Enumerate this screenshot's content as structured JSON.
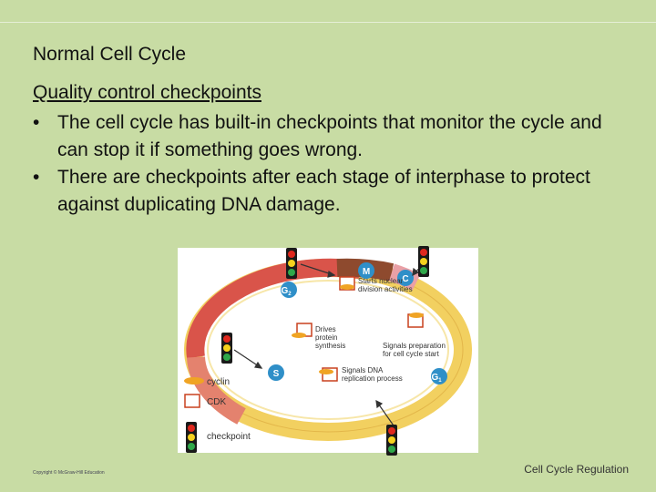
{
  "slide": {
    "title": "Normal Cell Cycle",
    "heading": "Quality control checkpoints",
    "bullets": [
      "The cell cycle has built-in checkpoints that monitor the cycle and can stop it if something goes wrong.",
      "There are checkpoints after each stage of interphase to protect against duplicating DNA damage."
    ],
    "bullet_symbol": "•",
    "footer": "Cell Cycle Regulation",
    "copyright": "Copyright © McGraw-Hill Education"
  },
  "diagram": {
    "phases": {
      "m": "M",
      "c": "C",
      "g2": "G2",
      "s": "S",
      "g1": "G1"
    },
    "labels": {
      "starts_nuclear": [
        "Starts nuclear",
        "division activities"
      ],
      "drives_protein": [
        "Drives",
        "protein",
        "synthesis"
      ],
      "signals_prep": [
        "Signals preparation",
        "for cell cycle start"
      ],
      "signals_dna": [
        "Signals DNA",
        "replication process"
      ]
    },
    "legend": {
      "cyclin": "cyclin",
      "cdk": "CDK",
      "checkpoint": "checkpoint"
    },
    "colors": {
      "background": "#c8dca4",
      "ring_red": "#d9544a",
      "ring_yellow": "#f2d060",
      "phase_circle": "#2f8fc8",
      "cyclin": "#f0a424",
      "cdk_box": "#c9401e",
      "light_red": "#e0281e",
      "light_yellow": "#f6d21e",
      "light_green": "#2fa84a"
    },
    "checkpoint_icon": "traffic-light-icon"
  }
}
